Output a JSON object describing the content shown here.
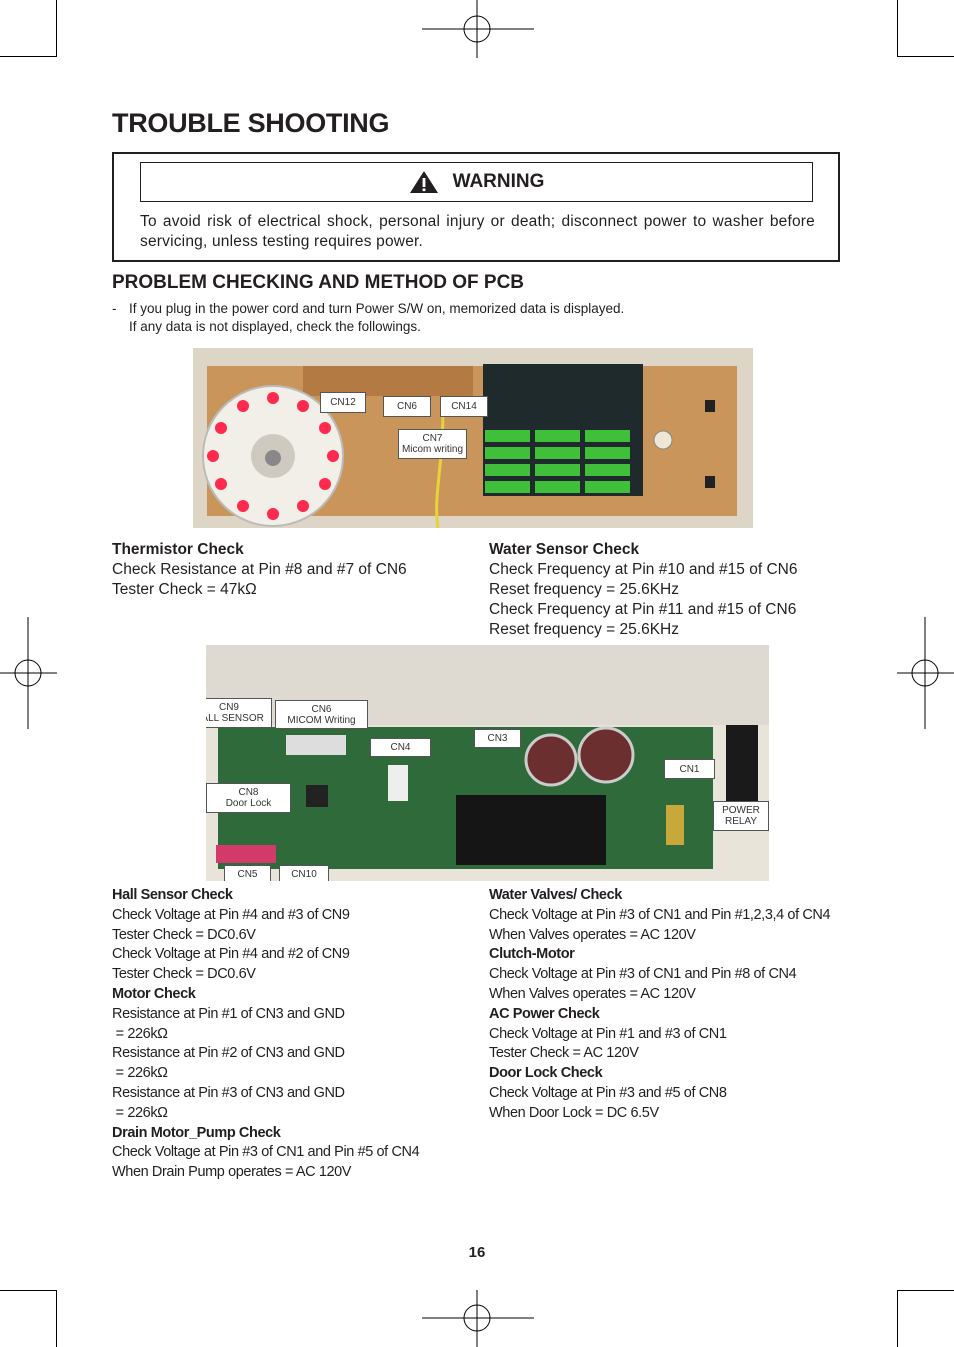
{
  "title": "TROUBLE SHOOTING",
  "warning": {
    "heading": "WARNING",
    "icon": "warning-triangle-icon",
    "text": "To avoid risk of electrical shock, personal injury or death; disconnect power to washer before servicing, unless testing requires power."
  },
  "section_title": "PROBLEM CHECKING AND METHOD OF PCB",
  "note": {
    "dash": "-",
    "line1": "If you plug in the power cord and turn Power S/W on, memorized data is displayed.",
    "line2": "If any data is not displayed, check the followings."
  },
  "pcb1_labels": {
    "cn12": "CN12",
    "cn6": "CN6",
    "cn14": "CN14",
    "cn7_a": "CN7",
    "cn7_b": "Micom writing"
  },
  "thermistor": {
    "heading": "Thermistor Check",
    "lines": [
      "Check Resistance at Pin #8 and #7 of CN6",
      "Tester Check = 47kΩ"
    ]
  },
  "water_sensor": {
    "heading": "Water Sensor Check",
    "lines": [
      "Check Frequency at Pin #10 and #15 of CN6",
      "Reset frequency = 25.6KHz",
      "Check Frequency at Pin #11 and #15 of CN6",
      "Reset frequency = 25.6KHz"
    ]
  },
  "pcb2_labels": {
    "cn9_a": "CN9",
    "cn9_b": "HALL SENSOR",
    "cn6_a": "CN6",
    "cn6_b": "MICOM Writing",
    "cn4": "CN4",
    "cn3": "CN3",
    "cn1": "CN1",
    "cn8_a": "CN8",
    "cn8_b": "Door Lock",
    "relay_a": "POWER",
    "relay_b": "RELAY",
    "cn5": "CN5",
    "cn10": "CN10"
  },
  "left_column": [
    {
      "heading": "Hall Sensor Check",
      "lines": [
        "Check Voltage at Pin #4 and #3 of CN9",
        "Tester Check = DC0.6V",
        "Check Voltage at Pin #4 and #2 of CN9",
        "Tester Check = DC0.6V"
      ]
    },
    {
      "heading": "Motor Check",
      "lines": [
        "Resistance at Pin #1 of CN3 and GND",
        " = 226kΩ",
        "Resistance at Pin #2 of CN3 and GND",
        " = 226kΩ",
        "Resistance at Pin #3 of CN3 and GND",
        " = 226kΩ"
      ]
    },
    {
      "heading": "Drain Motor_Pump Check",
      "lines": [
        "Check Voltage at Pin #3 of CN1 and Pin #5 of CN4",
        "When Drain Pump operates = AC 120V"
      ]
    }
  ],
  "right_column": [
    {
      "heading": "Water Valves/ Check",
      "lines": [
        "Check Voltage at Pin #3 of CN1 and Pin #1,2,3,4 of CN4",
        "When Valves operates = AC 120V"
      ]
    },
    {
      "heading": "Clutch-Motor",
      "lines": [
        "Check Voltage at Pin #3 of CN1 and Pin #8 of CN4",
        "When Valves operates = AC 120V"
      ]
    },
    {
      "heading": "AC Power Check",
      "lines": [
        "Check Voltage at Pin #1 and #3 of CN1",
        "Tester Check = AC 120V"
      ]
    },
    {
      "heading": "Door Lock Check",
      "lines": [
        "Check Voltage at Pin #3 and #5 of CN8",
        "When Door Lock = DC 6.5V"
      ]
    }
  ],
  "page_number": "16"
}
